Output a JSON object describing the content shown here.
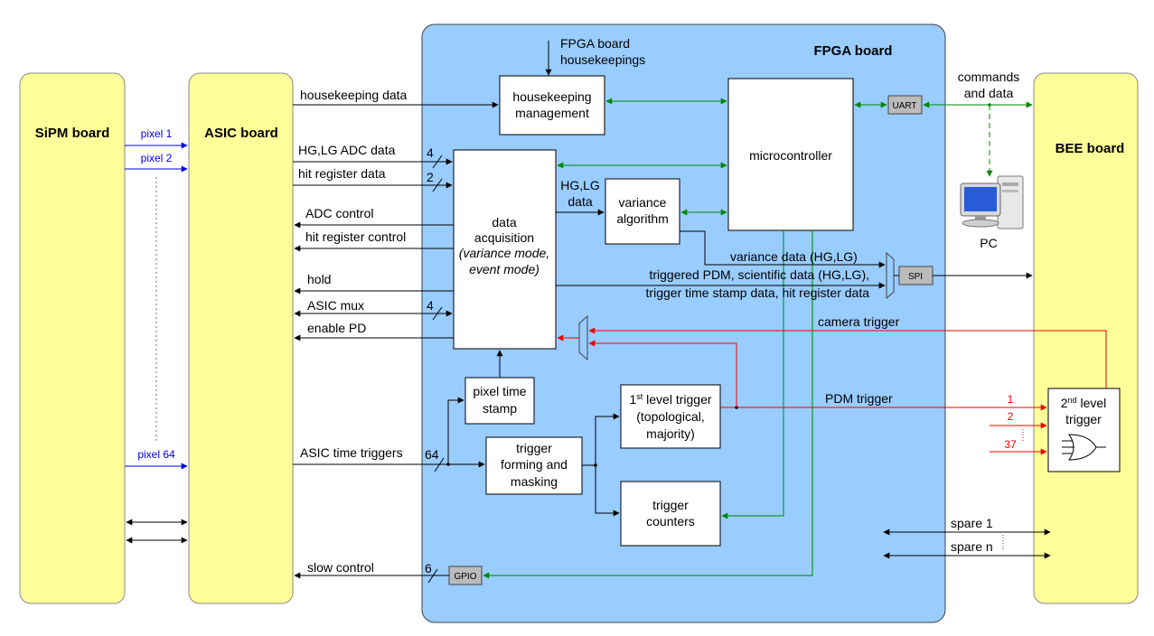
{
  "boards": {
    "sipm": "SiPM board",
    "asic": "ASIC board",
    "fpga": "FPGA board",
    "bee": "BEE board"
  },
  "pixels": {
    "pixel1": "pixel 1",
    "pixel2": "pixel 2",
    "pixel64": "pixel 64"
  },
  "signals": {
    "housekeeping_data": "housekeeping data",
    "hg_lg_adc_data": "HG,LG ADC data",
    "hit_register_data": "hit register data",
    "adc_control": "ADC control",
    "hit_register_control": "hit register control",
    "hold": "hold",
    "asic_mux": "ASIC mux",
    "enable_pd": "enable PD",
    "asic_time_triggers": "ASIC time triggers",
    "slow_control": "slow control",
    "bus4a": "4",
    "bus2": "2",
    "bus4b": "4",
    "bus64": "64",
    "bus6": "6",
    "fpga_hk_line1": "FPGA board",
    "fpga_hk_line2": "housekeepings",
    "hg_lg_line1": "HG,LG",
    "hg_lg_line2": "data",
    "variance_data": "variance data (HG,LG)",
    "triggered_line1": "triggered PDM, scientific data (HG,LG),",
    "triggered_line2": "trigger time stamp data, hit register data",
    "camera_trigger": "camera trigger",
    "pdm_trigger": "PDM trigger",
    "commands_line1": "commands",
    "commands_line2": "and data",
    "spare1": "spare 1",
    "sparen": "spare n",
    "trig1": "1",
    "trig2": "2",
    "trig37": "37"
  },
  "blocks": {
    "hk_mgmt_line1": "housekeeping",
    "hk_mgmt_line2": "management",
    "microcontroller": "microcontroller",
    "data_acq_line1": "data",
    "data_acq_line2": "acquisition",
    "data_acq_line3": "(variance mode,",
    "data_acq_line4": "event mode)",
    "variance_line1": "variance",
    "variance_line2": "algorithm",
    "pixel_ts_line1": "pixel time",
    "pixel_ts_line2": "stamp",
    "trig_form_line1": "trigger",
    "trig_form_line2": "forming and",
    "trig_form_line3": "masking",
    "l1_line1": "1",
    "l1_sup": "st",
    "l1_line1b": " level trigger",
    "l1_line2": "(topological,",
    "l1_line3": "majority)",
    "counters_line1": "trigger",
    "counters_line2": "counters",
    "l2_line1": "2",
    "l2_sup": "nd",
    "l2_line1b": " level",
    "l2_line2": "trigger",
    "uart": "UART",
    "spi": "SPI",
    "gpio": "GPIO",
    "pc": "PC"
  },
  "colors": {
    "yellow": "#ffff99",
    "fpga_blue": "#99ccff",
    "green": "#008800",
    "red": "#ee0000",
    "blue": "#0000ee"
  }
}
